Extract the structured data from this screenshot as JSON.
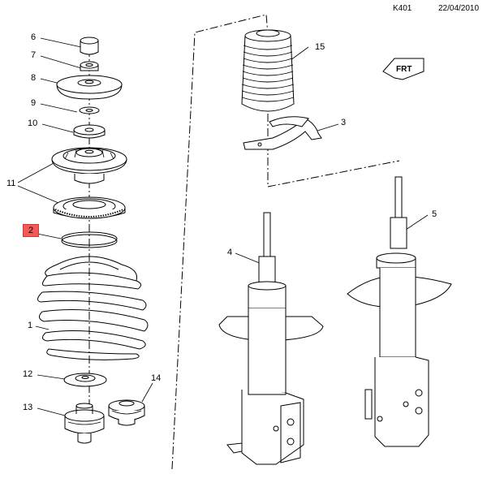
{
  "header": {
    "ref_code": "K401",
    "date": "22/04/2010"
  },
  "callouts": {
    "c1": "1",
    "c2": "2",
    "c3": "3",
    "c4": "4",
    "c5": "5",
    "c6": "6",
    "c7": "7",
    "c8": "8",
    "c9": "9",
    "c10": "10",
    "c11": "11",
    "c12": "12",
    "c13": "13",
    "c14": "14",
    "c15": "15"
  },
  "highlight_color": "#f25a5a",
  "orientation_icon": "front-arrow-icon"
}
